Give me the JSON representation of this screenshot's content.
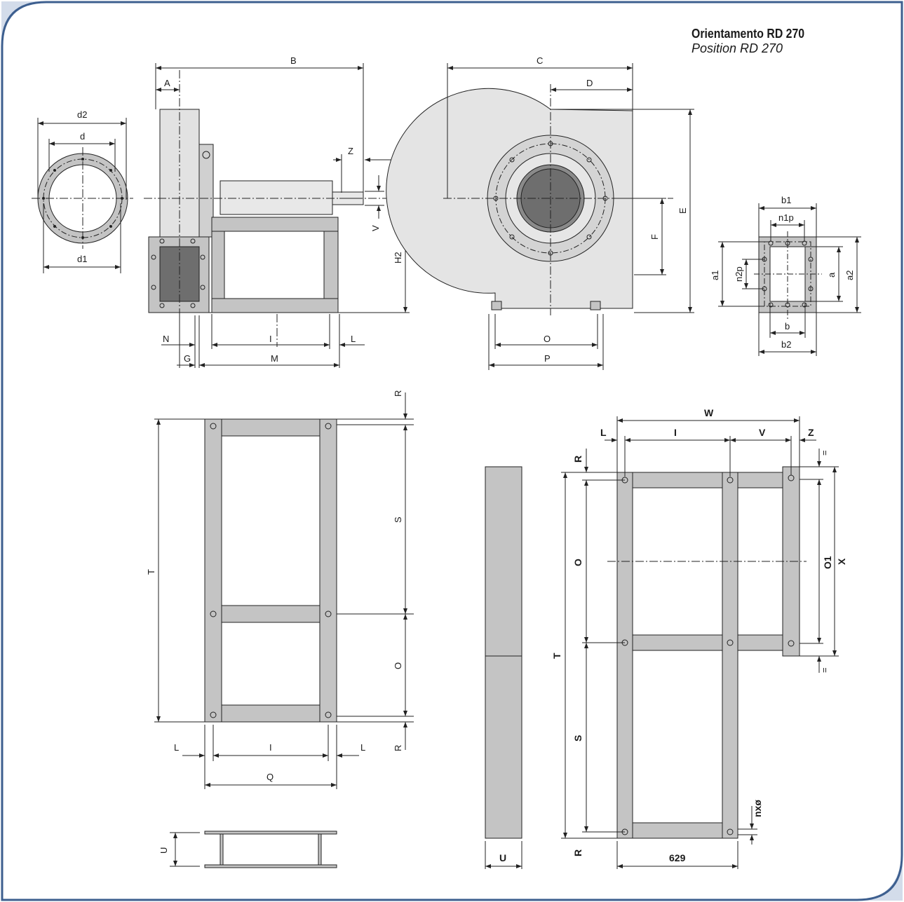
{
  "title": {
    "main": "Orientamento RD 270",
    "sub": "Position RD 270"
  },
  "colors": {
    "frame_border": "#3d5f8f",
    "frame_corner": "#d3dcea",
    "part_fill": "#c4c4c4",
    "part_dark": "#6e6e6e",
    "line": "#222222"
  },
  "labels": {
    "side_view": {
      "A": "A",
      "B": "B",
      "Z": "Z",
      "V": "V",
      "H2": "H2",
      "N": "N",
      "I": "I",
      "L": "L",
      "G": "G",
      "M": "M"
    },
    "inlet_flange": {
      "d2": "d2",
      "d": "d",
      "d1": "d1"
    },
    "front_view": {
      "C": "C",
      "D": "D",
      "E": "E",
      "F": "F",
      "O": "O",
      "P": "P"
    },
    "outlet_flange": {
      "b1": "b1",
      "n1p": "n1p",
      "n2p": "n2p",
      "a1": "a1",
      "a": "a",
      "a2": "a2",
      "b": "b",
      "b2": "b2"
    },
    "base_frame": {
      "R_top": "R",
      "S": "S",
      "T": "T",
      "O": "O",
      "R_bottom": "R",
      "L_left": "L",
      "I": "I",
      "L_right": "L",
      "Q": "Q",
      "U": "U"
    },
    "profile": {
      "U": "U"
    },
    "rotated_frame": {
      "W": "W",
      "L": "L",
      "I": "I",
      "V": "V",
      "Z": "Z",
      "R_top": "R",
      "eq_top": "=",
      "O": "O",
      "O1": "O1",
      "X": "X",
      "T": "T",
      "eq_bottom": "=",
      "S": "S",
      "nxo": "nxø",
      "R_bottom": "R",
      "dim_629": "629"
    }
  }
}
